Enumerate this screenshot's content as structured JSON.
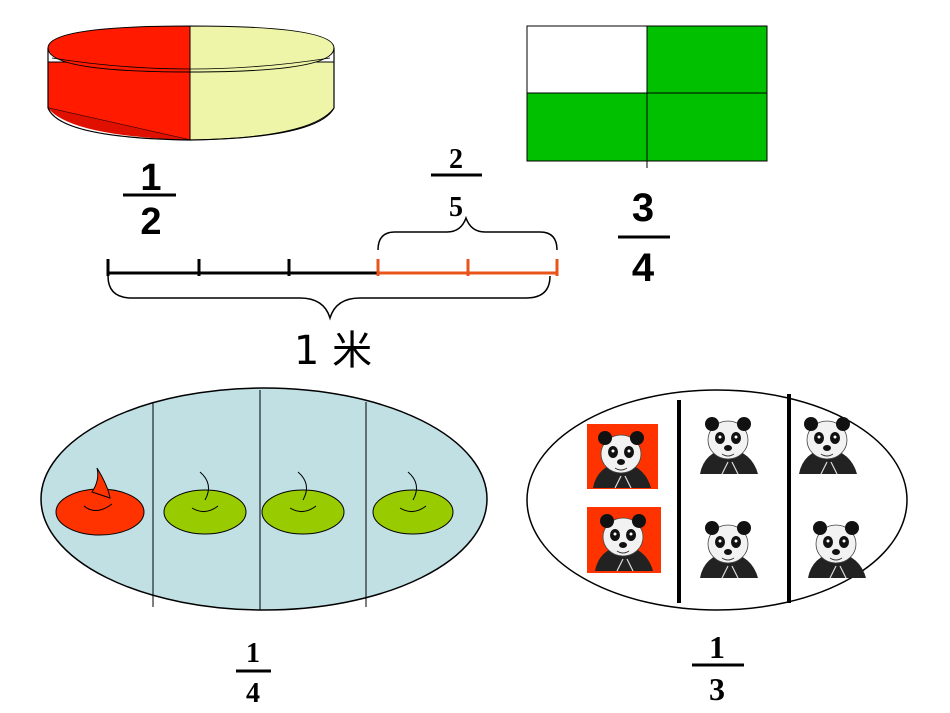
{
  "fractions": {
    "cylinder": {
      "numerator": "1",
      "denominator": "2"
    },
    "segment": {
      "numerator": "2",
      "denominator": "5"
    },
    "rectangle": {
      "numerator": "3",
      "denominator": "4"
    },
    "leaves": {
      "numerator": "1",
      "denominator": "4"
    },
    "pandas": {
      "numerator": "1",
      "denominator": "3"
    }
  },
  "ruler": {
    "length_label": "1 米",
    "parts": 5,
    "highlighted_parts": 2
  },
  "colors": {
    "highlight_red": "#ff1a00",
    "pale_yellow": "#eef5a8",
    "green": "#00c000",
    "leaf_green": "#99cc00",
    "leaf_red": "#ff3300",
    "pond": "#c0e0e4",
    "ruler_orange": "#e8541a"
  }
}
